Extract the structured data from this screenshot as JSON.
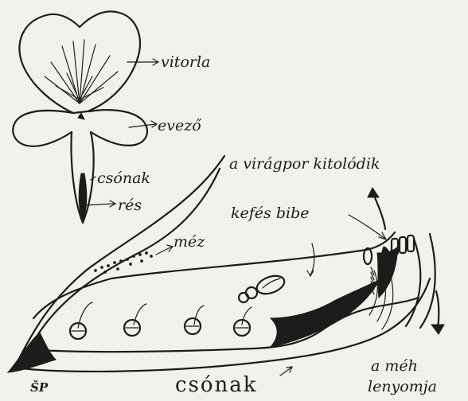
{
  "labels": {
    "vitorla": "vitorla",
    "evezo": "evező",
    "csonak_top": "csónak",
    "res": "rés",
    "viragpor": "a virágpor kitolódik",
    "kefes_bibe": "kefés bibe",
    "mez": "méz",
    "csonak_bottom": "csónak",
    "meh_tenyomja_line1": "a méh",
    "meh_tenyomja_line2": "lenyomja",
    "signature": "ŠP"
  }
}
